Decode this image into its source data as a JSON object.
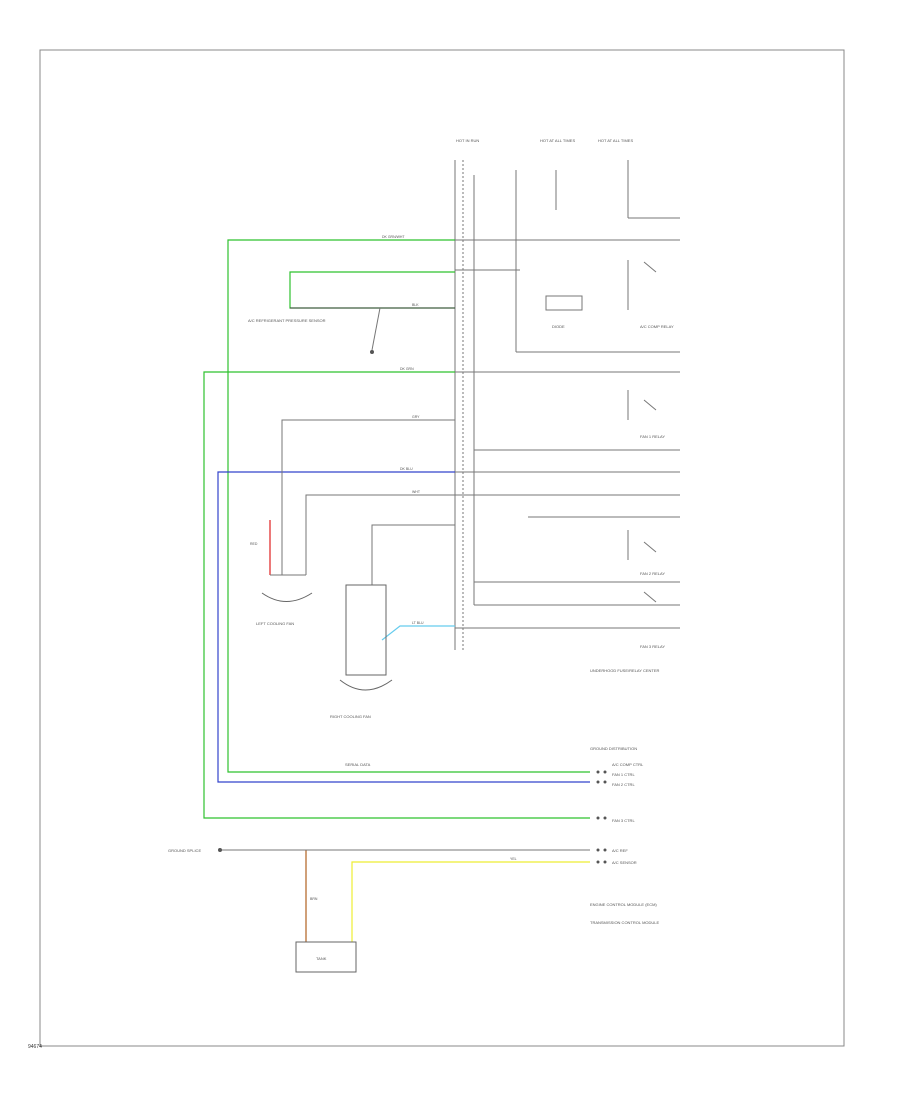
{
  "page": {
    "id": "94674",
    "colors": {
      "frame": "#888888",
      "wire": "#777777",
      "green": "#2ec22e",
      "blue": "#3344cc",
      "light_blue": "#66ccee",
      "red": "#e02020",
      "yellow": "#eeee33",
      "brown": "#b06020",
      "text": "#555555"
    }
  },
  "diagram": {
    "fuse_labels": [
      "HOT IN RUN",
      "HOT AT ALL TIMES",
      "HOT AT ALL TIMES"
    ],
    "relays": [
      "A/C COMP RELAY",
      "FAN 1 RELAY",
      "FAN 2 RELAY",
      "FAN 3 RELAY"
    ],
    "components": {
      "ac_refrigerant_pressure_sensor": "A/C REFRIGERANT PRESSURE SENSOR",
      "left_cooling_fan": "LEFT COOLING FAN",
      "right_cooling_fan": "RIGHT COOLING FAN",
      "underhood_fuse_block": "UNDERHOOD FUSE/RELAY CENTER",
      "ecm": "ENGINE CONTROL MODULE (ECM)",
      "tcm": "TRANSMISSION CONTROL MODULE",
      "sensor_box": "TANK",
      "diode": "DIODE",
      "data_link": "SERIAL DATA",
      "ground_splice": "GROUND SPLICE",
      "ground_distribution": "GROUND DISTRIBUTION"
    },
    "connector_labels": [
      "A/C COMP CTRL",
      "FAN 1 CTRL",
      "FAN 2 CTRL",
      "FAN 3 CTRL",
      "A/C REF",
      "A/C SENSOR"
    ],
    "wire_labels": [
      "DK GRN/WHT",
      "GRY",
      "BLK",
      "DK BLU",
      "LT BLU",
      "YEL",
      "BRN",
      "DK GRN",
      "RED",
      "WHT"
    ]
  }
}
